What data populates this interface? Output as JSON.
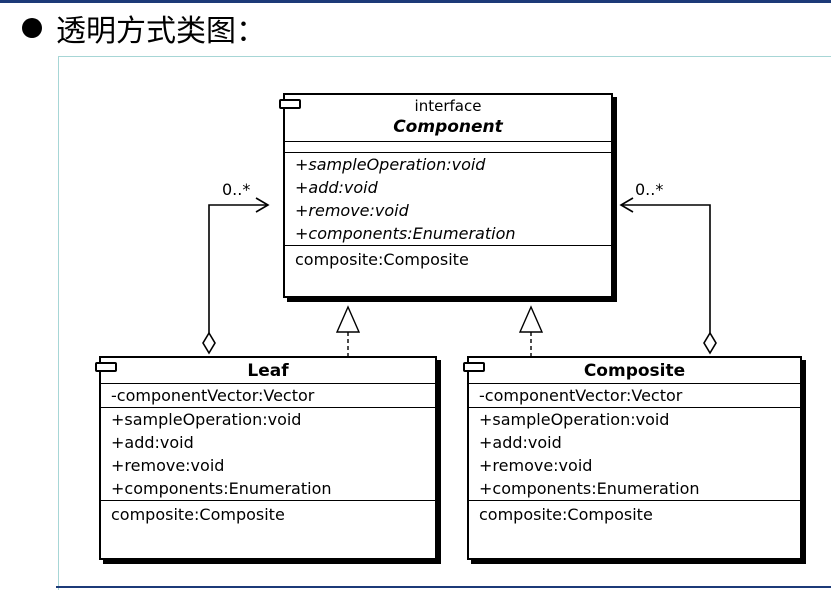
{
  "heading": "透明方式类图：",
  "component": {
    "stereotype": "interface",
    "name": "Component",
    "operations": [
      "+sampleOperation:void",
      "+add:void",
      "+remove:void",
      "+components:Enumeration"
    ],
    "extra": "composite:Composite"
  },
  "leaf": {
    "name": "Leaf",
    "attributes": [
      "-componentVector:Vector"
    ],
    "operations": [
      "+sampleOperation:void",
      "+add:void",
      "+remove:void",
      "+components:Enumeration"
    ],
    "extra": "composite:Composite"
  },
  "composite": {
    "name": "Composite",
    "attributes": [
      "-componentVector:Vector"
    ],
    "operations": [
      "+sampleOperation:void",
      "+add:void",
      "+remove:void",
      "+components:Enumeration"
    ],
    "extra": "composite:Composite"
  },
  "multiplicity": {
    "left": "0..*",
    "right": "0..*"
  }
}
